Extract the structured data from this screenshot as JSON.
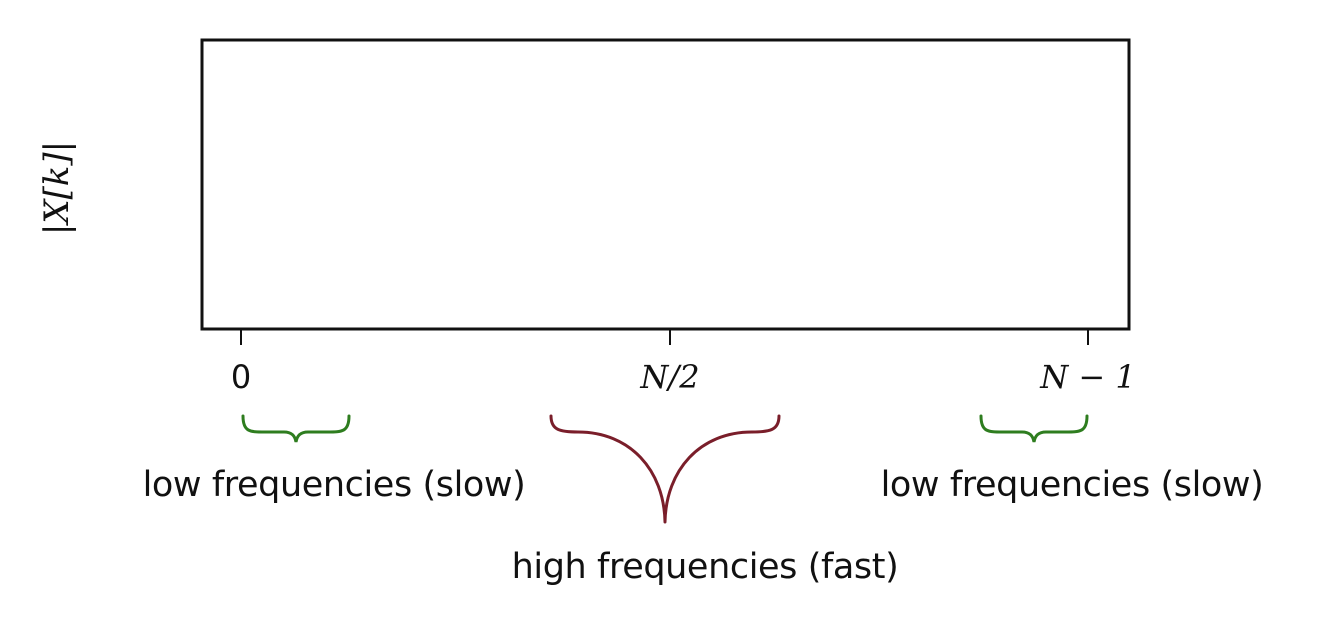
{
  "axis": {
    "ylabel": "|X[k]|",
    "ticks": [
      {
        "label": "0"
      },
      {
        "label": "N/2"
      },
      {
        "label": "N − 1"
      }
    ]
  },
  "annotations": {
    "left": "low frequencies (slow)",
    "center": "high frequencies (fast)",
    "right": "low frequencies (slow)"
  },
  "colors": {
    "frame": "#111111",
    "low_brace": "#2e7d1f",
    "high_brace": "#7a1e2a"
  }
}
